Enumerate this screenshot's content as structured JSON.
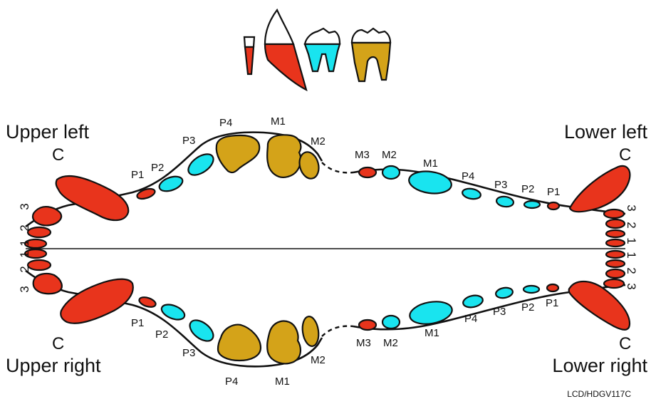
{
  "colors": {
    "incisor": "#e8341c",
    "canine": "#e8341c",
    "premolar": "#19e4ef",
    "molar": "#d4a319",
    "outline": "#111111",
    "enamel": "#ffffff"
  },
  "quadrants": {
    "upper_left": {
      "title": "Upper left",
      "canine": "C"
    },
    "upper_right": {
      "title": "Upper right",
      "canine": "C"
    },
    "lower_left": {
      "title": "Lower left",
      "canine": "C"
    },
    "lower_right": {
      "title": "Lower right",
      "canine": "C"
    }
  },
  "upper_left_teeth": [
    "P1",
    "P2",
    "P3",
    "P4",
    "M1",
    "M2"
  ],
  "upper_right_teeth": [
    "P1",
    "P2",
    "P3",
    "P4",
    "M1",
    "M2"
  ],
  "lower_left_teeth": [
    "M3",
    "M2",
    "M1",
    "P4",
    "P3",
    "P2",
    "P1"
  ],
  "lower_right_teeth": [
    "M3",
    "M2",
    "M1",
    "P4",
    "P3",
    "P2",
    "P1"
  ],
  "incisors": {
    "left_upper": [
      "3",
      "2",
      "1"
    ],
    "left_lower": [
      "1",
      "2",
      "3"
    ],
    "right_upper": [
      "3",
      "2",
      "1"
    ],
    "right_lower": [
      "1",
      "2",
      "3"
    ]
  },
  "credit": "LCD/HDGV117C"
}
